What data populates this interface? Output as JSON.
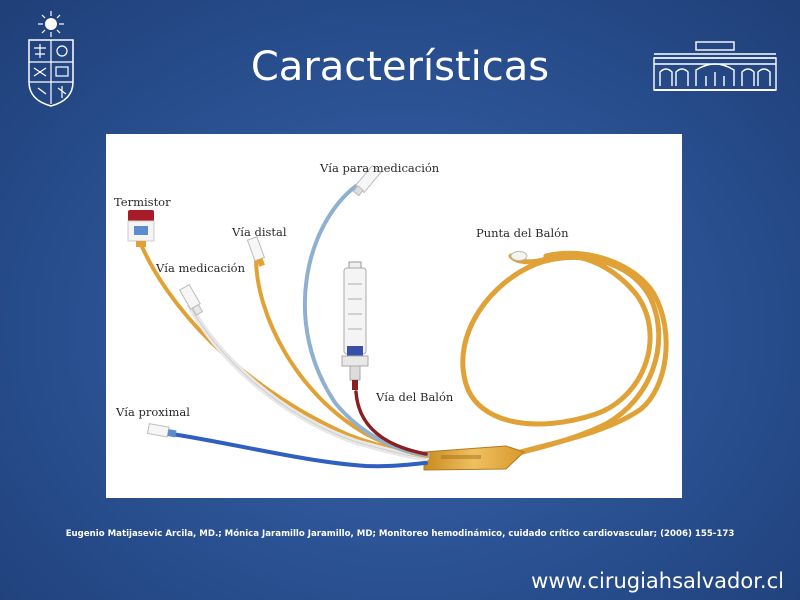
{
  "slide": {
    "title": "Características",
    "citation": "Eugenio Matijasevic Arcila, MD.; Mónica Jaramillo Jaramillo, MD; Monitoreo hemodinámico, cuidado crítico cardiovascular; (2006) 155-173",
    "website": "www.cirugiahsalvador.cl"
  },
  "figure": {
    "labels": {
      "termistor": "Termistor",
      "via_medicacion": "Vía medicación",
      "via_distal": "Vía distal",
      "via_para_medicacion": "Vía para medicación",
      "punta_del_balon": "Punta del Balón",
      "via_del_balon": "Vía del Balón",
      "via_proximal": "Vía proximal"
    }
  },
  "colors": {
    "background": "#2c5496",
    "catheter_orange": "#e0a237",
    "catheter_white": "#eeeeee",
    "catheter_blue_light": "#8fb0d0",
    "catheter_blue": "#2f5fc0",
    "catheter_red": "#8a1f22"
  }
}
